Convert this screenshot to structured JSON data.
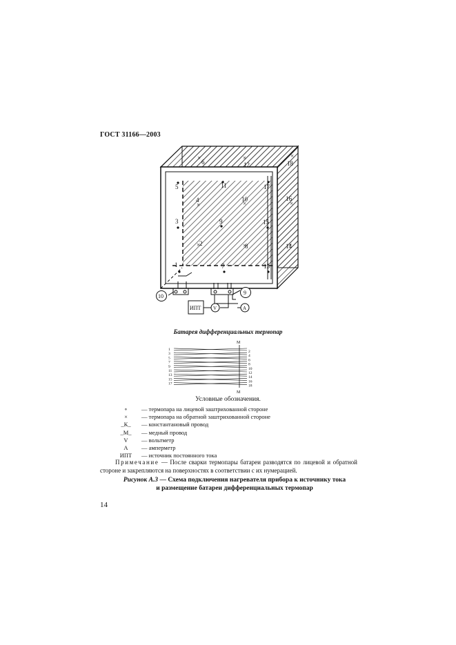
{
  "header": {
    "doc_id": "ГОСТ 31166—2003"
  },
  "diagram": {
    "thermocouples": [
      {
        "label": "1",
        "side": "front",
        "marker": "circle"
      },
      {
        "label": "2",
        "side": "back",
        "marker": "cross"
      },
      {
        "label": "3",
        "side": "front",
        "marker": "circle"
      },
      {
        "label": "4",
        "side": "back",
        "marker": "cross"
      },
      {
        "label": "5",
        "side": "front",
        "marker": "circle"
      },
      {
        "label": "6",
        "side": "back",
        "marker": "cross"
      },
      {
        "label": "7",
        "side": "front",
        "marker": "circle"
      },
      {
        "label": "8",
        "side": "back",
        "marker": "cross"
      },
      {
        "label": "9",
        "side": "front",
        "marker": "circle"
      },
      {
        "label": "10",
        "side": "back",
        "marker": "cross"
      },
      {
        "label": "11",
        "side": "front",
        "marker": "circle"
      },
      {
        "label": "12",
        "side": "back",
        "marker": "cross"
      },
      {
        "label": "13",
        "side": "front",
        "marker": "circle"
      },
      {
        "label": "14",
        "side": "back",
        "marker": "cross"
      },
      {
        "label": "15",
        "side": "front",
        "marker": "circle"
      },
      {
        "label": "16",
        "side": "back",
        "marker": "cross"
      },
      {
        "label": "17",
        "side": "front",
        "marker": "circle"
      },
      {
        "label": "18",
        "side": "back",
        "marker": "cross"
      }
    ],
    "callouts": [
      {
        "label": "10"
      },
      {
        "label": "9"
      }
    ],
    "meters": {
      "voltmeter": "V",
      "ammeter": "A"
    },
    "power_source": "ИПТ"
  },
  "battery": {
    "title": "Батарея дифференциальных термопар",
    "copper_label": "М",
    "left_numbers": [
      "1",
      "3",
      "5",
      "7",
      "9",
      "11",
      "13",
      "15",
      "17"
    ],
    "right_numbers": [
      "2",
      "4",
      "6",
      "8",
      "10",
      "12",
      "14",
      "16",
      "18"
    ]
  },
  "legend": {
    "title": "Условные обозначения.",
    "items": [
      {
        "symbol": "∘",
        "text": "— термопара на лицевой заштрихованной стороне"
      },
      {
        "symbol": "×",
        "text": "— термопара на обратной заштрихованной стороне"
      },
      {
        "symbol": "_К_",
        "text": "— константановый провод"
      },
      {
        "symbol": "_М_",
        "text": "— медный провод"
      },
      {
        "symbol": "V",
        "text": "— вольтметр"
      },
      {
        "symbol": "А",
        "text": "— амперметр"
      },
      {
        "symbol": "ИПТ",
        "text": "— источник постоянного тока"
      }
    ]
  },
  "note": {
    "label": "Примечание",
    "text": " — После сварки термопары батареи разводятся по лицевой и обратной стороне и закрепляются на поверхностях в соответствии с их нумерацией."
  },
  "figure_caption": {
    "label": "Рисунок А.3",
    "line1": " — Схема подключения нагревателя прибора к источнику тока",
    "line2": "и размещение батареи дифференциальных термопар"
  },
  "page_number": "14"
}
